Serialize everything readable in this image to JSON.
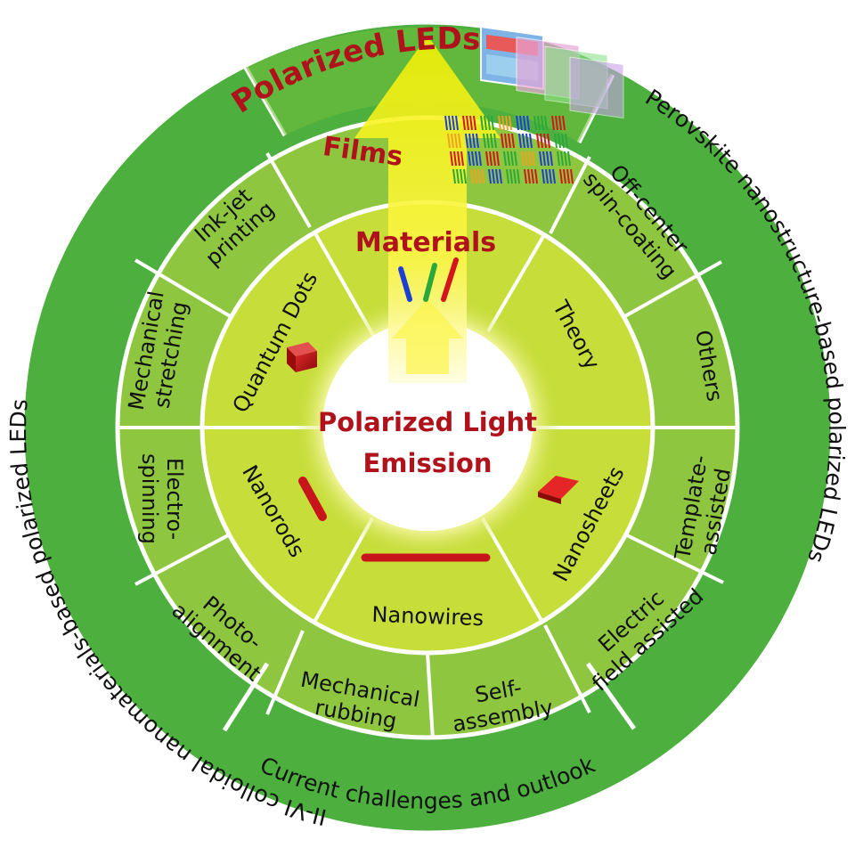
{
  "center": {
    "line1": "Polarized Light",
    "line2": "Emission"
  },
  "inner_ring": {
    "materials": "Materials",
    "quantum_dots": "Quantum Dots",
    "theory": "Theory",
    "nanorods": "Nanorods",
    "nanosheets": "Nanosheets",
    "nanowires": "Nanowires"
  },
  "middle_ring": {
    "films": "Films",
    "inkjet": [
      "Ink-jet",
      "printing"
    ],
    "mech_stretch": [
      "Mechanical",
      "stretching"
    ],
    "electrospin": [
      "Electro-",
      "spinning"
    ],
    "photoalign": [
      "Photo-",
      "alignment"
    ],
    "mech_rub": [
      "Mechanical",
      "rubbing"
    ],
    "self_assembly": [
      "Self-",
      "assembly"
    ],
    "electric_field": [
      "Electric",
      "field assisted"
    ],
    "template": [
      "Template-",
      "assisted"
    ],
    "others": "Others",
    "offcenter": [
      "Off-center",
      "spin-coating"
    ]
  },
  "outer_ring": {
    "polarized_leds": "Polarized LEDs",
    "left_arc": "II-VI colloidal nanomaterials-based polarized LEDs",
    "right_arc": "Perovskite nanostructure-based polarized LEDs",
    "bottom_arc": "Current challenges and outlook"
  },
  "colors": {
    "outer": "#4caf3e",
    "middle": "#8fc640",
    "inner": "#c7dd3a",
    "accent_red": "#b0121c",
    "arrow": "#f7f200"
  }
}
